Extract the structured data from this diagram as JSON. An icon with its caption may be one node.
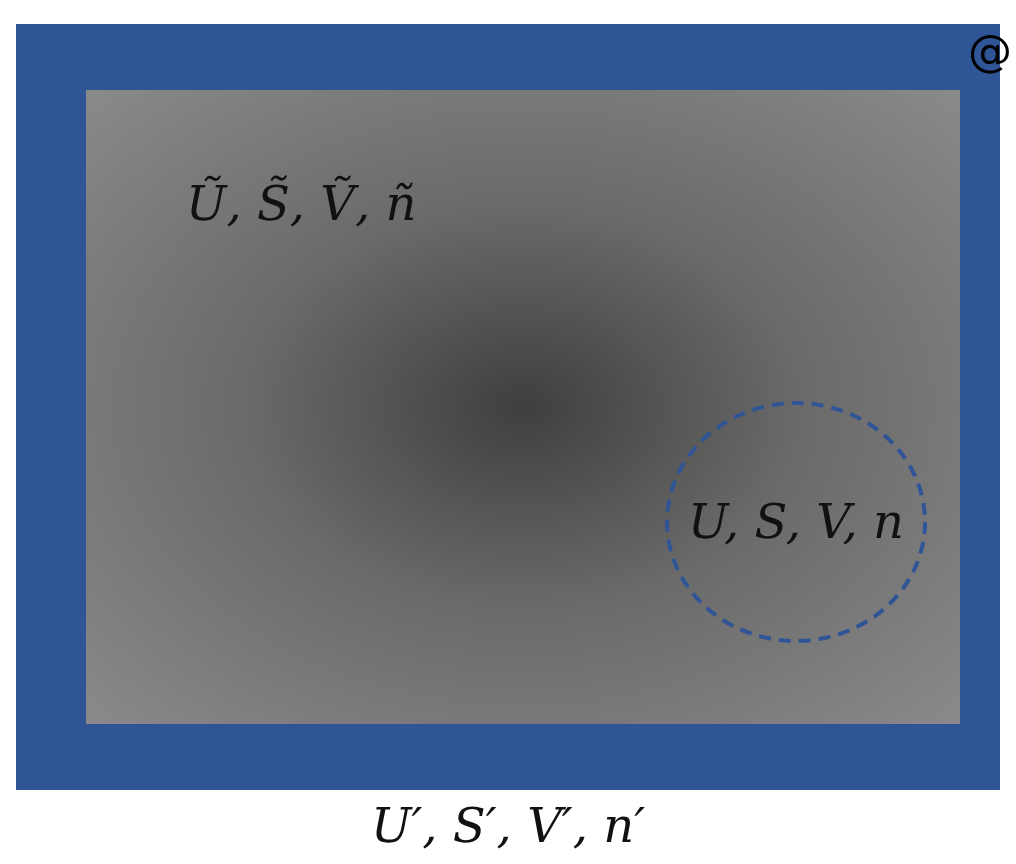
{
  "diagram": {
    "nodes": [
      {
        "text": [
          "U′, S′, V′, n′"
        ]
      },
      {
        "text": [
          "Ũ, S̃, Ṽ, ñ"
        ],
        "in": 0
      },
      {
        "text": [
          "U, S, V, n"
        ],
        "in": 1
      }
    ],
    "edges": [],
    "labels": [
      "@"
    ]
  }
}
